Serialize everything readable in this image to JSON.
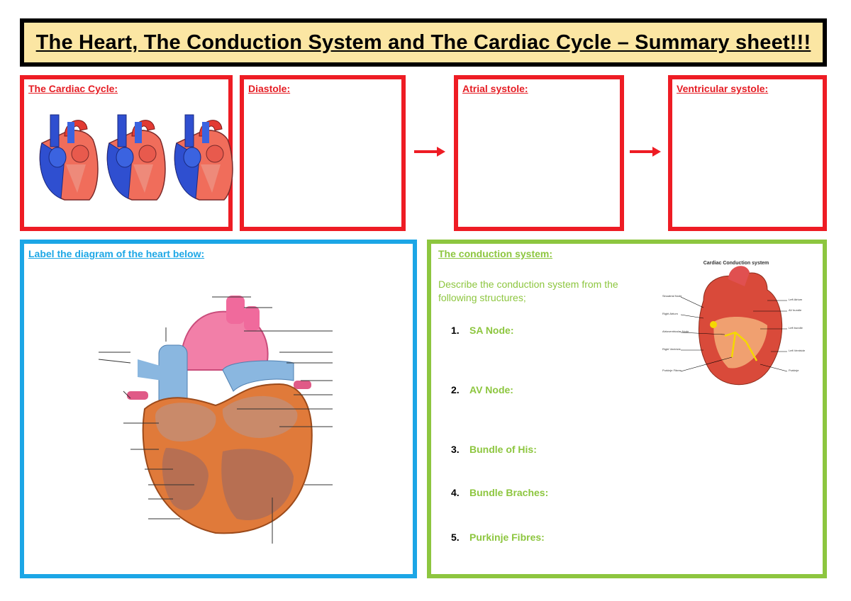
{
  "title": "The Heart, The Conduction System and The Cardiac Cycle – Summary sheet!!!",
  "cardiac_cycle": {
    "label": "The Cardiac Cycle:"
  },
  "diastole": {
    "label": "Diastole:"
  },
  "atrial_systole": {
    "label": "Atrial systole:"
  },
  "ventricular_systole": {
    "label": "Ventricular systole:"
  },
  "heart_diagram": {
    "label": "Label the diagram of the heart below:"
  },
  "conduction": {
    "label": "The conduction system:",
    "instruction": "Describe the conduction system from the following structures;",
    "items": [
      {
        "num": "1.",
        "text": "SA Node:"
      },
      {
        "num": "2.",
        "text": "AV Node:"
      },
      {
        "num": "3.",
        "text": "Bundle of His:"
      },
      {
        "num": "4.",
        "text": "Bundle Braches:"
      },
      {
        "num": "5.",
        "text": "Purkinje Fibres:"
      }
    ],
    "image_title": "Cardiac Conduction system"
  },
  "colors": {
    "red": "#ee1c24",
    "blue": "#1ca6e6",
    "green": "#8dc63f",
    "title_bg": "#fbe6a3"
  }
}
